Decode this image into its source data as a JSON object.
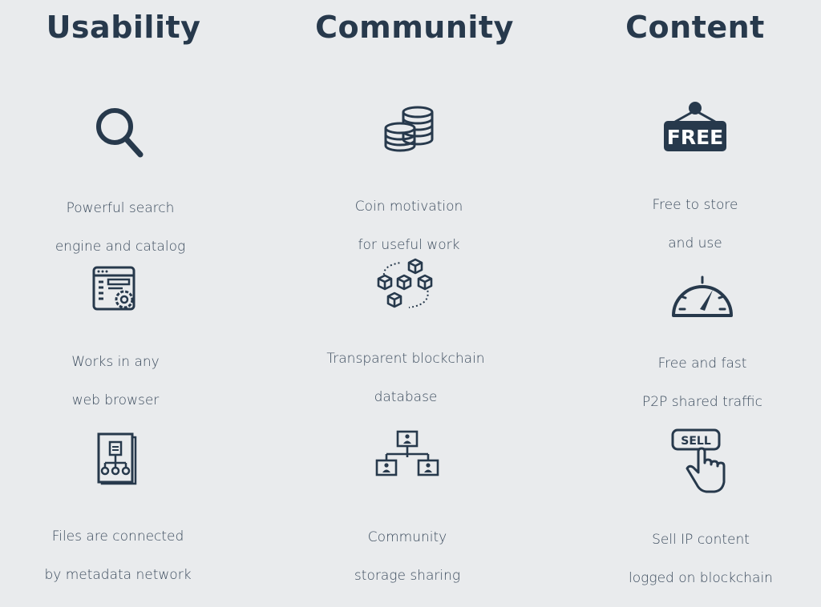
{
  "columns": [
    {
      "title": "Usability",
      "features": [
        {
          "icon": "search-icon",
          "lines": [
            "Powerful search",
            "engine and catalog"
          ]
        },
        {
          "icon": "browser-settings-icon",
          "lines": [
            "Works in any",
            "web browser"
          ]
        },
        {
          "icon": "metadata-document-icon",
          "lines": [
            "Files are connected",
            "by metadata network"
          ]
        }
      ]
    },
    {
      "title": "Community",
      "features": [
        {
          "icon": "coins-icon",
          "lines": [
            "Coin motivation",
            "for useful work"
          ]
        },
        {
          "icon": "blockchain-cubes-icon",
          "lines": [
            "Transparent blockchain",
            "database"
          ]
        },
        {
          "icon": "storage-network-icon",
          "lines": [
            "Community",
            "storage sharing"
          ]
        }
      ]
    },
    {
      "title": "Content",
      "features": [
        {
          "icon": "free-sign-icon",
          "lines": [
            "Free to store",
            "and use"
          ],
          "sign_text": "FREE"
        },
        {
          "icon": "speedometer-icon",
          "lines": [
            "Free and fast",
            "P2P shared traffic"
          ]
        },
        {
          "icon": "sell-button-hand-icon",
          "lines": [
            "Sell IP content",
            "logged on blockchain"
          ],
          "sign_text": "SELL"
        }
      ]
    }
  ],
  "colors": {
    "background": "#e9ebed",
    "ink": "#27394c"
  }
}
